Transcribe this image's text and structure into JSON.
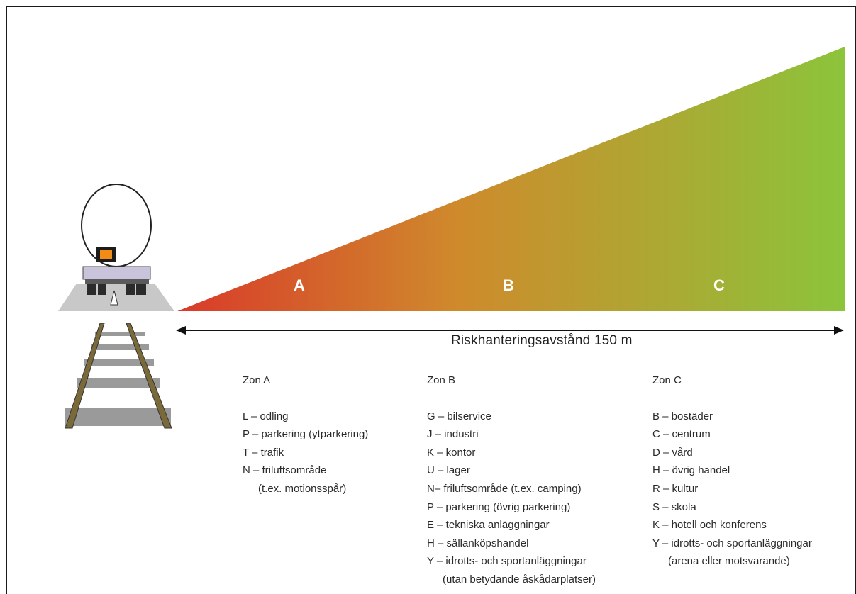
{
  "zones": {
    "a": {
      "letter": "A",
      "title": "Zon A",
      "items": [
        "L – odling",
        "P – parkering (ytparkering)",
        "T – trafik",
        "N – friluftsområde"
      ],
      "continuation": "(t.ex. motionsspår)"
    },
    "b": {
      "letter": "B",
      "title": "Zon B",
      "items": [
        "G – bilservice",
        "J – industri",
        "K – kontor",
        "U – lager",
        "N– friluftsområde (t.ex. camping)",
        "P – parkering (övrig parkering)",
        "E – tekniska anläggningar",
        "H – sällanköpshandel",
        "Y – idrotts- och sportanläggningar"
      ],
      "continuation": "(utan betydande åskådarplatser)"
    },
    "c": {
      "letter": "C",
      "title": "Zon C",
      "items": [
        "B – bostäder",
        "C – centrum",
        "D – vård",
        "H – övrig handel",
        "R – kultur",
        "S – skola",
        "K – hotell och konferens",
        "Y – idrotts- och sportanläggningar"
      ],
      "continuation": "(arena eller motsvarande)"
    }
  },
  "distance_label": "Riskhanteringsavstånd 150 m",
  "colors": {
    "gradient_start": "#d93a2a",
    "gradient_mid": "#cf8a2c",
    "gradient_end": "#8cc43b",
    "platform": "#c8c8c8",
    "cargo_box": "#f28c16",
    "chassis": "#c9c4dc"
  }
}
